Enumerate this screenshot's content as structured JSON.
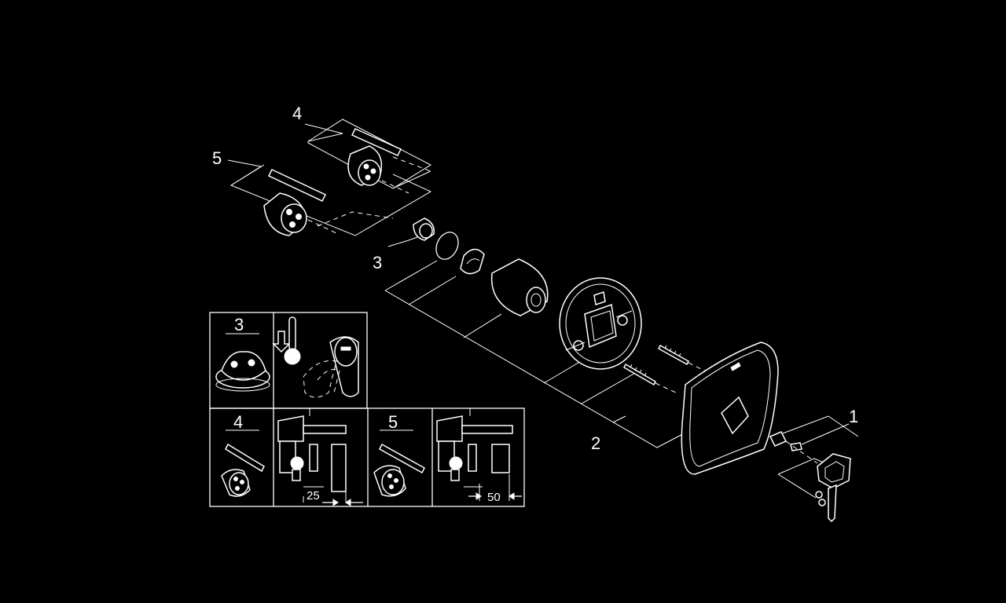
{
  "callouts": {
    "c1": "1",
    "c2": "2",
    "c3": "3",
    "c4": "4",
    "c5": "5"
  },
  "inset": {
    "cell_3_label": "3",
    "cell_4_label": "4",
    "cell_5_label": "5",
    "dim_25": "25",
    "dim_50": "50"
  },
  "colors": {
    "background": "#000000",
    "line": "#ffffff"
  }
}
